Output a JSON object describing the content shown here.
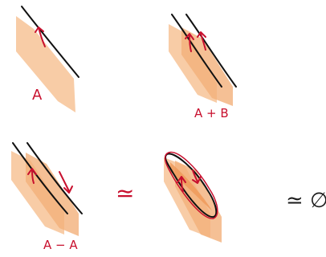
{
  "colors": {
    "fill_light": "#f7c79c",
    "fill_mid": "#f2b07a",
    "fill_overlap": "#ee9a5a",
    "edge": "#111111",
    "arrow": "#c8102e"
  },
  "labels": {
    "panel_a": "A",
    "panel_a_plus_b": "A + B",
    "panel_a_minus_a": "A − A",
    "equiv_tilde": "≃",
    "equiv_empty": "≃ ∅"
  }
}
